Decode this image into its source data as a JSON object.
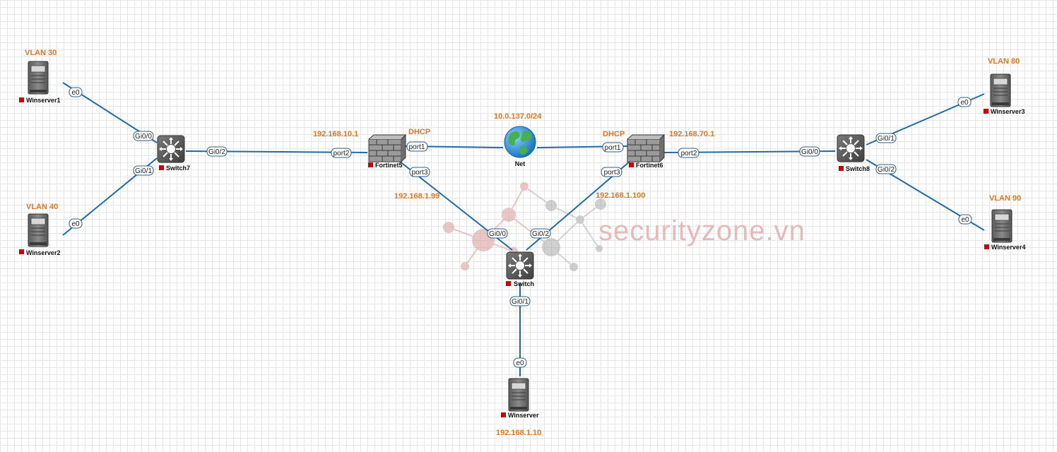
{
  "annotations": {
    "vlan30": "VLAN 30",
    "vlan40": "VLAN 40",
    "vlan80": "VLAN 80",
    "vlan90": "VLAN 90",
    "net_subnet": "10.0.137.0/24",
    "fg5_lan": "192.168.10.1",
    "fg5_dhcp": "DHCP",
    "fg6_dhcp": "DHCP",
    "fg6_lan": "192.168.70.1",
    "fg5_port3_ip": "192.168.1.99",
    "fg6_port3_ip": "192.168.1.100",
    "winserver_ip": "192.168.1.10"
  },
  "nodes": {
    "winserver1": "Winserver1",
    "winserver2": "Winserver2",
    "switch7": "Switch7",
    "fortinet5": "Fortinet5",
    "net": "Net",
    "fortinet6": "Fortinet6",
    "switch8": "Switch8",
    "winserver3": "Winserver3",
    "winserver4": "Winserver4",
    "switch": "Switch",
    "winserver": "Winserver"
  },
  "interfaces": {
    "ws1_e0": "e0",
    "sw7_gi00": "Gi0/0",
    "ws2_e0": "e0",
    "sw7_gi01": "Gi0/1",
    "sw7_gi02": "Gi0/2",
    "fg5_port2": "port2",
    "fg5_port1": "port1",
    "fg5_port3": "port3",
    "fg6_port1": "port1",
    "fg6_port2": "port2",
    "fg6_port3": "port3",
    "sw8_gi00": "Gi0/0",
    "sw8_gi01": "Gi0/1",
    "sw8_gi02": "Gi0/2",
    "ws3_e0": "e0",
    "ws4_e0": "e0",
    "sw_gi00": "Gi0/0",
    "sw_gi02": "Gi0/2",
    "sw_gi01": "Gi0/1",
    "ws_e0": "e0"
  },
  "watermark": "securityzone.vn",
  "colors": {
    "link": "#1f6aa5",
    "annotation": "#e8741e",
    "status_stopped": "#cc0000",
    "watermark": "#e9b8b8"
  }
}
